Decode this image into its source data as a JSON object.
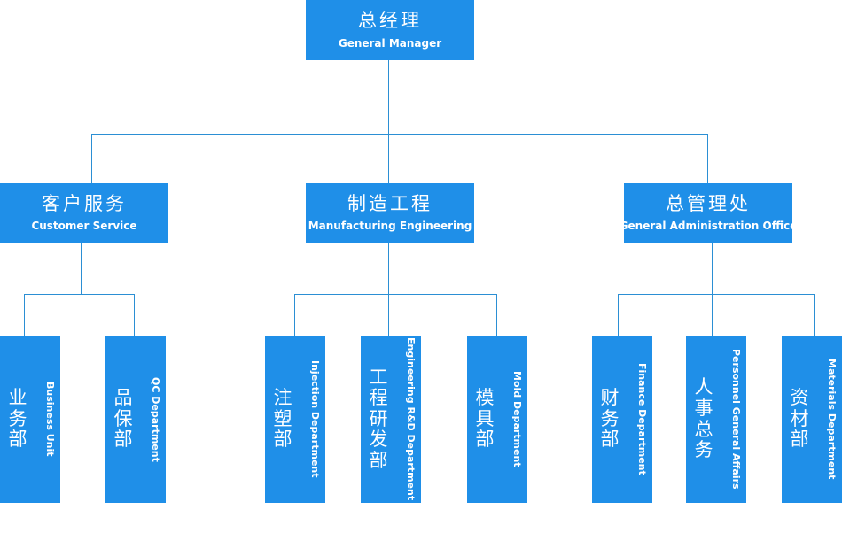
{
  "colors": {
    "box": "#1f8fe8",
    "line": "#2b8fd4",
    "text": "#ffffff"
  },
  "root": {
    "cn": "总经理",
    "en": "General Manager"
  },
  "divisions": [
    {
      "cn": "客户服务",
      "en": "Customer Service"
    },
    {
      "cn": "制造工程",
      "en": "Manufacturing Engineering"
    },
    {
      "cn": "总管理处",
      "en": "General Administration Office"
    }
  ],
  "departments": [
    {
      "cn": "业务部",
      "en": "Business Unit"
    },
    {
      "cn": "品保部",
      "en": "QC Department"
    },
    {
      "cn": "注塑部",
      "en": "Injection Department"
    },
    {
      "cn": "工程研发部",
      "en": "Engineering R&D Department"
    },
    {
      "cn": "模具部",
      "en": "Mold Department"
    },
    {
      "cn": "财务部",
      "en": "Finance Department"
    },
    {
      "cn": "人事总务",
      "en": "Personnel General Affairs"
    },
    {
      "cn": "资材部",
      "en": "Materials Department"
    }
  ]
}
